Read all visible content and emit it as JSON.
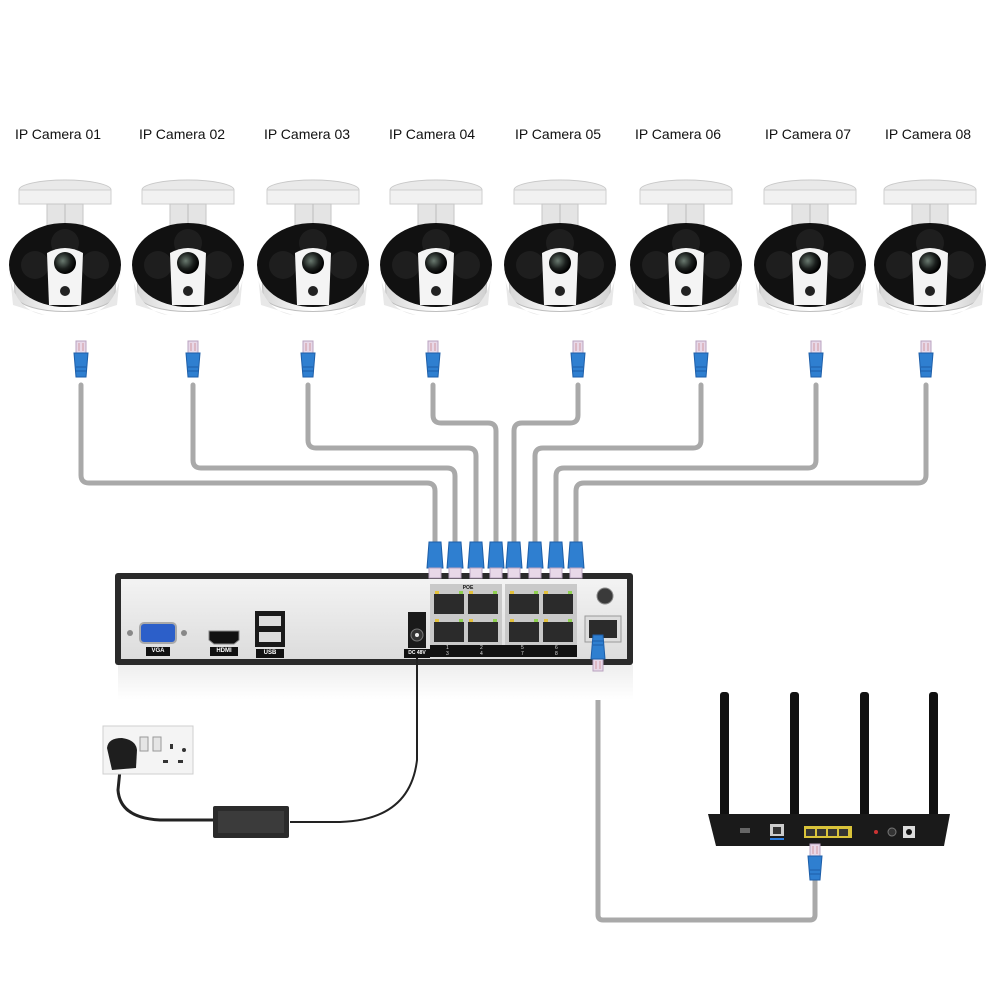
{
  "diagram": {
    "title": "",
    "cameras": [
      {
        "label": "IP Camera 01",
        "port": 1
      },
      {
        "label": "IP Camera 02",
        "port": 2
      },
      {
        "label": "IP Camera 03",
        "port": 3
      },
      {
        "label": "IP Camera 04",
        "port": 4
      },
      {
        "label": "IP Camera 05",
        "port": 5
      },
      {
        "label": "IP Camera 06",
        "port": 6
      },
      {
        "label": "IP Camera 07",
        "port": 7
      },
      {
        "label": "IP Camera 08",
        "port": 8
      }
    ],
    "nvr": {
      "ports": {
        "vga": "VGA",
        "hdmi": "HDMI",
        "usb": "USB",
        "dc": "DC 48V",
        "poe": "POE",
        "port_numbers": [
          "1",
          "2",
          "5",
          "6",
          "3",
          "4",
          "7",
          "8"
        ]
      }
    },
    "power": {
      "outlet": "wall-socket",
      "adapter": "power-adapter"
    },
    "router": {
      "antennas": 4,
      "lan_ports": 4
    },
    "colors": {
      "cable": "#a9a9a9",
      "connector": "#2f7fd0",
      "nvr_body": "#e8e8e8",
      "nvr_frame": "#2a2a2a",
      "router_body": "#1a1a1a",
      "router_lan": "#d9c33a"
    }
  }
}
